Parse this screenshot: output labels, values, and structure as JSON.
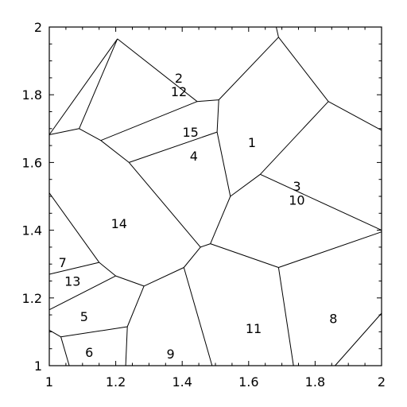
{
  "chart_data": {
    "type": "voronoi",
    "xlim": [
      1,
      2
    ],
    "ylim": [
      1,
      2
    ],
    "x_ticks": [
      {
        "value": 1,
        "label": "1"
      },
      {
        "value": 1.2,
        "label": "1.2"
      },
      {
        "value": 1.4,
        "label": "1.4"
      },
      {
        "value": 1.6,
        "label": "1.6"
      },
      {
        "value": 1.8,
        "label": "1.8"
      },
      {
        "value": 2,
        "label": "2"
      }
    ],
    "y_ticks": [
      {
        "value": 1,
        "label": "1"
      },
      {
        "value": 1.2,
        "label": "1.2"
      },
      {
        "value": 1.4,
        "label": "1.4"
      },
      {
        "value": 1.6,
        "label": "1.6"
      },
      {
        "value": 1.8,
        "label": "1.8"
      },
      {
        "value": 2,
        "label": "2"
      }
    ],
    "region_labels": [
      {
        "text": "1",
        "x": 1.61,
        "y": 1.66
      },
      {
        "text": "2",
        "x": 1.39,
        "y": 1.85
      },
      {
        "text": "12",
        "x": 1.39,
        "y": 1.81
      },
      {
        "text": "3",
        "x": 1.745,
        "y": 1.53
      },
      {
        "text": "10",
        "x": 1.745,
        "y": 1.49
      },
      {
        "text": "4",
        "x": 1.435,
        "y": 1.62
      },
      {
        "text": "15",
        "x": 1.425,
        "y": 1.69
      },
      {
        "text": "5",
        "x": 1.105,
        "y": 1.145
      },
      {
        "text": "6",
        "x": 1.12,
        "y": 1.04
      },
      {
        "text": "7",
        "x": 1.04,
        "y": 1.305
      },
      {
        "text": "13",
        "x": 1.07,
        "y": 1.25
      },
      {
        "text": "8",
        "x": 1.855,
        "y": 1.14
      },
      {
        "text": "9",
        "x": 1.365,
        "y": 1.035
      },
      {
        "text": "11",
        "x": 1.615,
        "y": 1.11
      },
      {
        "text": "14",
        "x": 1.21,
        "y": 1.42
      }
    ],
    "edges": [
      [
        [
          1.205,
          1.965
        ],
        [
          1.0,
          1.682
        ]
      ],
      [
        [
          1.205,
          1.965
        ],
        [
          1.09,
          1.7
        ]
      ],
      [
        [
          1.205,
          1.965
        ],
        [
          1.445,
          1.78
        ]
      ],
      [
        [
          1.0,
          1.682
        ],
        [
          1.09,
          1.7
        ]
      ],
      [
        [
          1.09,
          1.7
        ],
        [
          1.155,
          1.665
        ]
      ],
      [
        [
          1.155,
          1.665
        ],
        [
          1.445,
          1.78
        ]
      ],
      [
        [
          1.445,
          1.78
        ],
        [
          1.51,
          1.785
        ]
      ],
      [
        [
          1.51,
          1.785
        ],
        [
          1.69,
          1.97
        ]
      ],
      [
        [
          1.69,
          1.97
        ],
        [
          1.683,
          2.0
        ]
      ],
      [
        [
          1.69,
          1.97
        ],
        [
          1.84,
          1.78
        ]
      ],
      [
        [
          1.84,
          1.78
        ],
        [
          2.0,
          1.695
        ]
      ],
      [
        [
          1.84,
          1.78
        ],
        [
          1.635,
          1.565
        ]
      ],
      [
        [
          1.635,
          1.565
        ],
        [
          1.545,
          1.5
        ]
      ],
      [
        [
          1.635,
          1.565
        ],
        [
          2.0,
          1.4
        ]
      ],
      [
        [
          1.51,
          1.785
        ],
        [
          1.505,
          1.69
        ]
      ],
      [
        [
          1.505,
          1.69
        ],
        [
          1.545,
          1.5
        ]
      ],
      [
        [
          1.505,
          1.69
        ],
        [
          1.24,
          1.6
        ]
      ],
      [
        [
          1.155,
          1.665
        ],
        [
          1.24,
          1.6
        ]
      ],
      [
        [
          1.24,
          1.6
        ],
        [
          1.455,
          1.35
        ]
      ],
      [
        [
          1.545,
          1.5
        ],
        [
          1.485,
          1.36
        ]
      ],
      [
        [
          1.485,
          1.36
        ],
        [
          1.455,
          1.35
        ]
      ],
      [
        [
          1.455,
          1.35
        ],
        [
          1.405,
          1.29
        ]
      ],
      [
        [
          1.485,
          1.36
        ],
        [
          1.69,
          1.29
        ]
      ],
      [
        [
          1.69,
          1.29
        ],
        [
          2.0,
          1.395
        ]
      ],
      [
        [
          1.69,
          1.29
        ],
        [
          1.735,
          1.0
        ]
      ],
      [
        [
          1.405,
          1.29
        ],
        [
          1.285,
          1.235
        ]
      ],
      [
        [
          1.405,
          1.29
        ],
        [
          1.49,
          1.0
        ]
      ],
      [
        [
          1.285,
          1.235
        ],
        [
          1.2,
          1.265
        ]
      ],
      [
        [
          1.285,
          1.235
        ],
        [
          1.235,
          1.115
        ]
      ],
      [
        [
          1.235,
          1.115
        ],
        [
          1.23,
          1.0
        ]
      ],
      [
        [
          1.235,
          1.115
        ],
        [
          1.035,
          1.085
        ]
      ],
      [
        [
          1.035,
          1.085
        ],
        [
          1.0,
          1.105
        ]
      ],
      [
        [
          1.035,
          1.085
        ],
        [
          1.06,
          1.0
        ]
      ],
      [
        [
          1.0,
          1.165
        ],
        [
          1.2,
          1.265
        ]
      ],
      [
        [
          1.2,
          1.265
        ],
        [
          1.15,
          1.305
        ]
      ],
      [
        [
          1.15,
          1.305
        ],
        [
          1.0,
          1.51
        ]
      ],
      [
        [
          1.15,
          1.305
        ],
        [
          1.0,
          1.27
        ]
      ],
      [
        [
          1.86,
          1.0
        ],
        [
          2.0,
          1.155
        ]
      ]
    ]
  }
}
